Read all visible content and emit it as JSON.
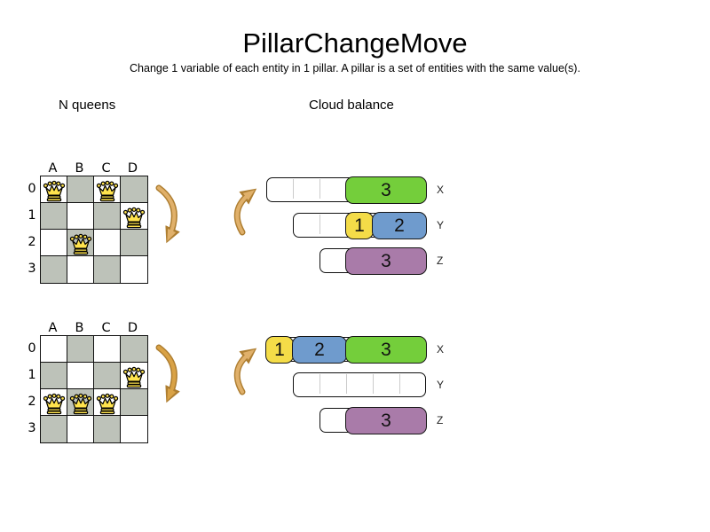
{
  "title": "PillarChangeMove",
  "subtitle": "Change 1 variable of each entity in 1 pillar. A pillar is a set of entities with the same value(s).",
  "sections": {
    "nqueens": {
      "label": "N queens",
      "columns": [
        "A",
        "B",
        "C",
        "D"
      ],
      "rows": [
        "0",
        "1",
        "2",
        "3"
      ],
      "before": {
        "queens": [
          {
            "col": "A",
            "row": "0"
          },
          {
            "col": "C",
            "row": "0"
          },
          {
            "col": "D",
            "row": "1"
          },
          {
            "col": "B",
            "row": "2"
          }
        ]
      },
      "after": {
        "queens": [
          {
            "col": "D",
            "row": "1"
          },
          {
            "col": "A",
            "row": "2"
          },
          {
            "col": "B",
            "row": "2"
          },
          {
            "col": "C",
            "row": "2"
          }
        ]
      }
    },
    "cloudbalance": {
      "label": "Cloud balance",
      "before": {
        "computers": [
          {
            "label": "X",
            "capacity": 6,
            "processes": [
              {
                "name": "3",
                "size": 3,
                "color": "green"
              }
            ]
          },
          {
            "label": "Y",
            "capacity": 5,
            "processes": [
              {
                "name": "1",
                "size": 1,
                "color": "yellow"
              },
              {
                "name": "2",
                "size": 2,
                "color": "blue"
              }
            ]
          },
          {
            "label": "Z",
            "capacity": 4,
            "processes": [
              {
                "name": "3",
                "size": 3,
                "color": "purple"
              }
            ]
          }
        ]
      },
      "after": {
        "computers": [
          {
            "label": "X",
            "capacity": 6,
            "processes": [
              {
                "name": "1",
                "size": 1,
                "color": "yellow"
              },
              {
                "name": "2",
                "size": 2,
                "color": "blue"
              },
              {
                "name": "3",
                "size": 3,
                "color": "green"
              }
            ]
          },
          {
            "label": "Y",
            "capacity": 5,
            "processes": []
          },
          {
            "label": "Z",
            "capacity": 4,
            "processes": [
              {
                "name": "3",
                "size": 3,
                "color": "purple"
              }
            ]
          }
        ]
      }
    }
  },
  "colors": {
    "green": "#74CE3B",
    "yellow": "#F4DC48",
    "blue": "#6F9BCD",
    "purple": "#A97BA9",
    "board_gray": "#BDC2B9",
    "board_white": "#FFFFFF",
    "queen_yellow": "#FFE34D",
    "arrow_fill": "#E0B06A",
    "arrow_outline": "#AE7E31"
  }
}
